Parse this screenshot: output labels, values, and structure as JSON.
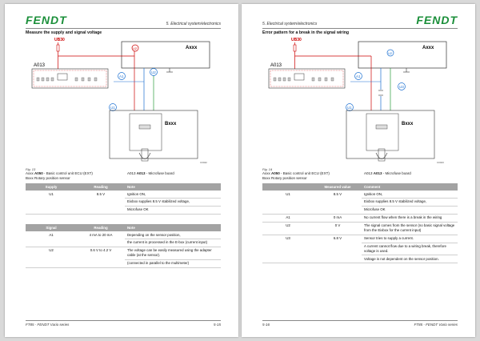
{
  "left": {
    "logo": "FENDT",
    "section": "5. Electrical system/electronics",
    "title": "Measure the supply and signal voltage",
    "figure": "Fig. 13",
    "diagram": {
      "label_ub30": "UB30",
      "label_axxx": "Axxx",
      "label_a013": "A013",
      "label_bxxx": "Bxxx",
      "probe_u2_top": "U2",
      "probe_a1": "A1",
      "probe_u2": "U2",
      "probe_u1": "U1",
      "stamp": "C0042"
    },
    "legend": {
      "row1_a": "Axxx",
      "row1_b": "A050",
      "row1_c": " - Basic control unit ECU (EXT)",
      "row1_d": "A013",
      "row1_e": "A013",
      "row1_f": " - Microfuse board",
      "row2": "Bxxx   Rotary position sensor"
    },
    "table1": {
      "headers": [
        "Supply",
        "Reading",
        "Note"
      ],
      "rows": [
        [
          "U1",
          "8.5 V",
          "Ignition ON,"
        ],
        [
          "",
          "",
          "Eixbox supplies 8.5 V stabilized voltage,"
        ],
        [
          "",
          "",
          "Microfuse OK"
        ]
      ]
    },
    "table2": {
      "headers": [
        "Signal",
        "Reading",
        "Note"
      ],
      "rows": [
        [
          "A1",
          "4 mA to 20 mA",
          "Depending on the sensor position,"
        ],
        [
          "",
          "",
          "the current is processed in the E-box (current input)"
        ],
        [
          "U2",
          "0.6 V to 4.2 V",
          "The voltage can be easily measured using the adapter cable (at the sensor)."
        ],
        [
          "",
          "",
          "(connected in parallel to the multimeter)"
        ]
      ]
    },
    "footer_left": "FT85 - FENDT Vario series",
    "footer_right": "5-15"
  },
  "right": {
    "logo": "FENDT",
    "section": "5. Electrical system/electronics",
    "title": "Error pattern for a break in the signal wiring",
    "figure": "Fig. 14",
    "diagram": {
      "label_ub30": "UB30",
      "label_axxx": "Axxx",
      "label_a013": "A013",
      "label_bxxx": "Bxxx",
      "probe_u2_top": "U2",
      "probe_a1": "A1",
      "probe_u3": "U3",
      "probe_u1": "U1",
      "stamp": "C0043"
    },
    "legend": {
      "row1_a": "Axxx",
      "row1_b": "A050",
      "row1_c": " - Basic control unit ECU (EXT)",
      "row1_d": "A013",
      "row1_e": "A013",
      "row1_f": " - Microfuse board",
      "row2": "Bxxx   Rotary position sensor"
    },
    "table": {
      "headers": [
        "",
        "Measured value",
        "Comment"
      ],
      "rows": [
        [
          "U1",
          "8.5 V",
          "Ignition ON,"
        ],
        [
          "",
          "",
          "Eixbox supplies 8.5 V stabilized voltage,"
        ],
        [
          "",
          "",
          "Microfuse OK"
        ],
        [
          "A1",
          "0 mA",
          "No current flow when there is a break in the wiring"
        ],
        [
          "U2",
          "0 V",
          "The signal comes from the sensor (no basic signal voltage from the Eixbox for the current input)"
        ],
        [
          "U3",
          "6.8 V",
          "Sensor tries to supply a current."
        ],
        [
          "",
          "",
          "A current cannot flow due to a wiring break, therefore voltage is used."
        ],
        [
          "",
          "",
          "Voltage is not dependent on the sensor position."
        ]
      ]
    },
    "footer_left": "5-16",
    "footer_right": "FT85 - FENDT Vario series"
  }
}
